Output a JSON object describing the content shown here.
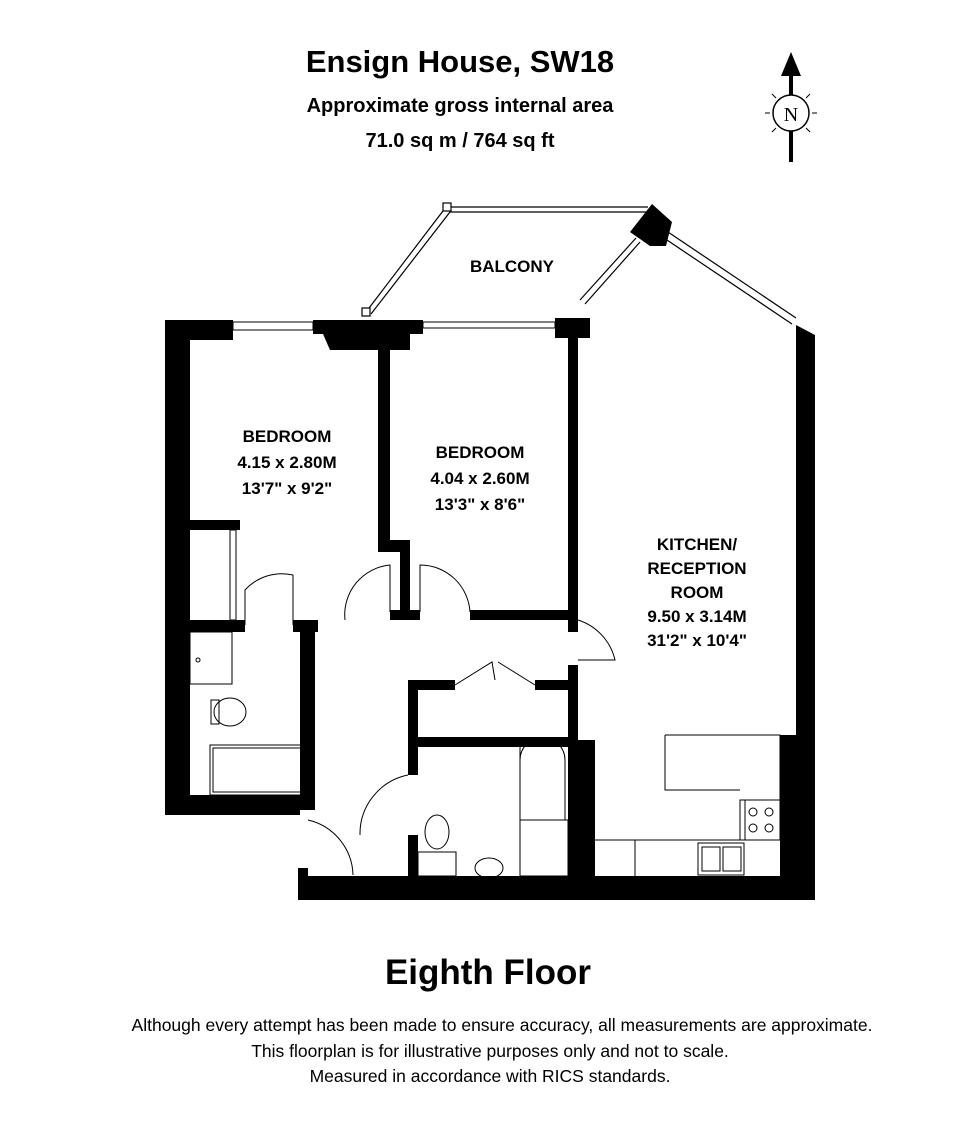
{
  "header": {
    "title": "Ensign House, SW18",
    "subtitle": "Approximate gross internal area",
    "area": "71.0 sq m / 764 sq ft"
  },
  "compass": {
    "label": "N",
    "icon": "north-arrow-icon"
  },
  "rooms": [
    {
      "name": "BALCONY"
    },
    {
      "name": "BEDROOM",
      "metric": "4.15 x 2.80M",
      "imperial": "13'7\" x 9'2\""
    },
    {
      "name": "BEDROOM",
      "metric": "4.04 x 2.60M",
      "imperial": "13'3\" x 8'6\""
    },
    {
      "name_line1": "KITCHEN/",
      "name_line2": "RECEPTION",
      "name_line3": "ROOM",
      "metric": "9.50 x 3.14M",
      "imperial": "31'2\" x 10'4\""
    }
  ],
  "footer": {
    "floor": "Eighth Floor",
    "disclaimer": [
      "Although every attempt has been made to ensure accuracy, all measurements are approximate.",
      "This floorplan is for illustrative purposes only and not to scale.",
      "Measured in accordance with RICS standards."
    ]
  }
}
